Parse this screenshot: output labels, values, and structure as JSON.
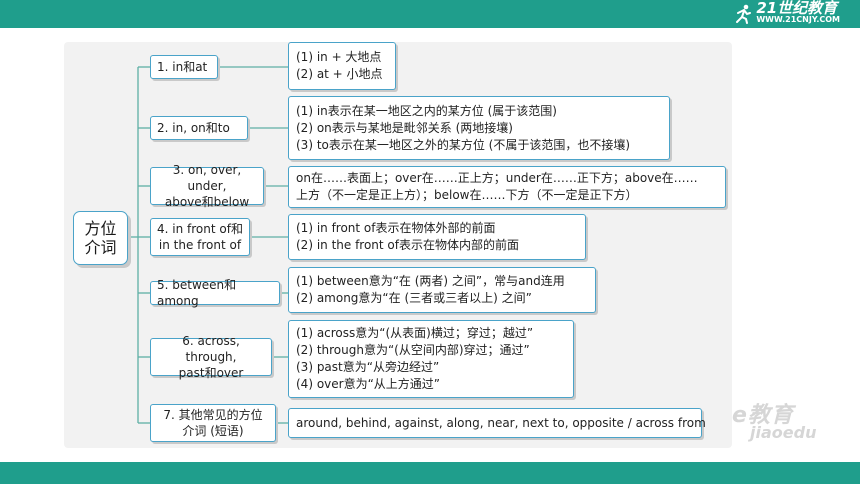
{
  "brand": {
    "name": "21世纪教育",
    "sub": "WWW.21CNJY.COM"
  },
  "root": {
    "line1": "方位",
    "line2": "介词"
  },
  "branches": [
    {
      "label": [
        "1. in和at"
      ],
      "items": [
        "(1) in + 大地点",
        "(2) at + 小地点"
      ]
    },
    {
      "label": [
        "2. in, on和to"
      ],
      "items": [
        "(1) in表示在某一地区之内的某方位 (属于该范围)",
        "(2) on表示与某地是毗邻关系 (两地接壤)",
        "(3) to表示在某一地区之外的某方位 (不属于该范围，也不接壤)"
      ]
    },
    {
      "label": [
        "3. on, over, under,",
        "above和below"
      ],
      "items": [
        "on在……表面上；over在……正上方；under在……正下方；above在……",
        "上方（不一定是正上方）；below在……下方（不一定是正下方）"
      ]
    },
    {
      "label": [
        "4. in front of和",
        "in the front of"
      ],
      "items": [
        "(1) in front of表示在物体外部的前面",
        "(2) in the front of表示在物体内部的前面"
      ]
    },
    {
      "label": [
        "5. between和among"
      ],
      "items": [
        "(1) between意为“在 (两者) 之间”，常与and连用",
        "(2) among意为“在 (三者或三者以上) 之间”"
      ]
    },
    {
      "label": [
        "6. across, through,",
        "past和over"
      ],
      "items": [
        "(1) across意为“(从表面)横过；穿过；越过”",
        "(2) through意为“(从空间内部)穿过；通过”",
        "(3) past意为“从旁边经过”",
        "(4) over意为“从上方通过”"
      ]
    },
    {
      "label": [
        "7. 其他常见的方位",
        "介词 (短语)"
      ],
      "items": [
        "around, behind, against, along, near, next to, opposite / across from"
      ]
    }
  ],
  "watermark": {
    "top": "e教育",
    "bottom": "jiaoedu"
  },
  "colors": {
    "header": "#1f9e8c",
    "border": "#4aa3c9",
    "panel": "#f2f2f2",
    "connector": "#5fb0a6"
  }
}
